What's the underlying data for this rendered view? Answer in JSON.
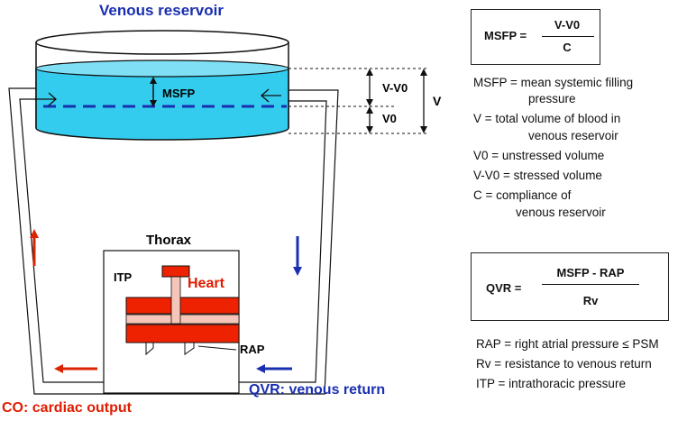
{
  "diagram": {
    "reservoir_title": "Venous reservoir",
    "msfp_tag": "MSFP",
    "v_minus_v0": "V-V0",
    "v0": "V0",
    "v": "V",
    "thorax": "Thorax",
    "itp": "ITP",
    "heart": "Heart",
    "rap": "RAP",
    "co_label": "CO: cardiac output",
    "qvr_label": "QVR: venous return"
  },
  "formula_msfp": {
    "lhs": "MSFP =",
    "numerator": "V-V0",
    "denominator": "C"
  },
  "legend_msfp": [
    "MSFP = mean systemic filling",
    "pressure",
    "V = total volume of blood in",
    "venous reservoir",
    "V0 = unstressed volume",
    "V-V0 = stressed volume",
    "C = compliance of",
    "venous reservoir"
  ],
  "formula_qvr": {
    "lhs": "QVR =",
    "numerator": "MSFP - RAP",
    "denominator": "Rv"
  },
  "legend_qvr": [
    "RAP = right atrial pressure ≤ PSM",
    "Rv = resistance to venous return",
    "ITP = intrathoracic pressure"
  ],
  "colors": {
    "reservoir_fill": "#33ccee",
    "heart_red": "#ee2200",
    "arrow_red": "#dd2200",
    "arrow_blue": "#1a2fb0",
    "label_blue": "#1a2fb0",
    "label_red": "#e01c00"
  }
}
